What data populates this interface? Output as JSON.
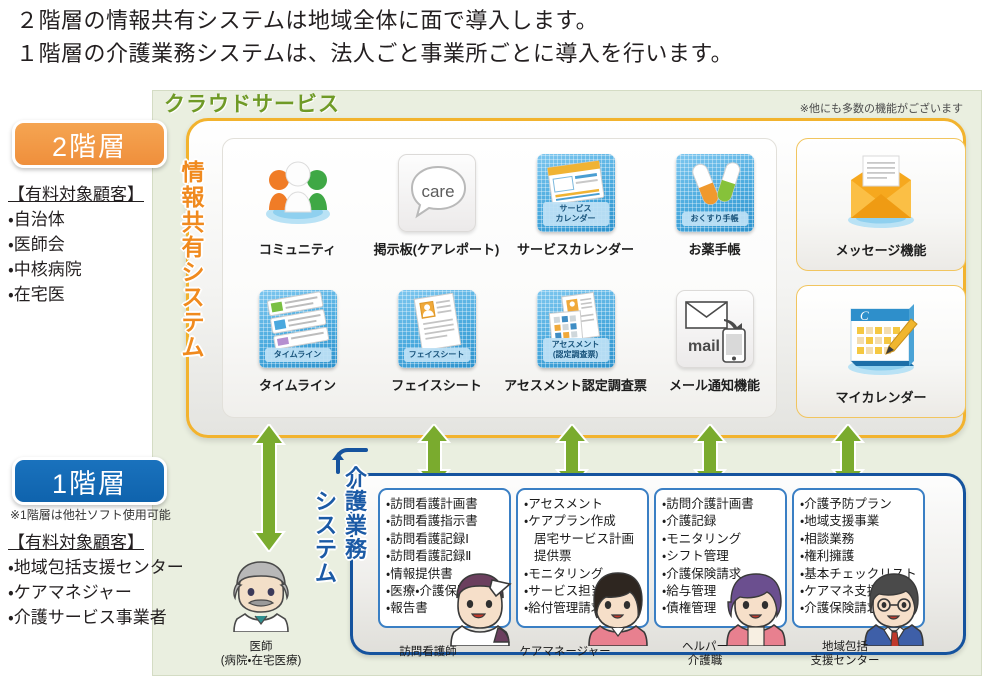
{
  "headline": {
    "line1": "２階層の情報共有システムは地域全体に面で導入します。",
    "line2": "１階層の介護業務システムは、法人ごと事業所ごとに導入を行います。"
  },
  "stage": {
    "title": "クラウドサービス",
    "note": "※他にも多数の機能がございます"
  },
  "tier2": {
    "badge": "2階層",
    "customers_header": "【有料対象顧客】",
    "customers": [
      "・自治体",
      "・医師会",
      "・中核病院",
      "・在宅医"
    ],
    "vertical_label": "情報共有システム",
    "vertical_chars": [
      "情",
      "報",
      "共",
      "有",
      "シ",
      "ス",
      "テ",
      "ム"
    ]
  },
  "tier1": {
    "badge": "1階層",
    "subnote": "※1階層は他社ソフト使用可能",
    "customers_header": "【有料対象顧客】",
    "customers": [
      "・地域包括支援センター",
      "・ケアマネジャー",
      "・介護サービス事業者"
    ],
    "vertical_label": "介護業務システム",
    "vertical_col_right": [
      "介",
      "護",
      "業",
      "務"
    ],
    "vertical_col_left": [
      "シ",
      "ス",
      "テ",
      "ム"
    ]
  },
  "cloud_icons_row1": [
    {
      "icon": "community-people-icon",
      "tile_label": "",
      "caption": "コミュニティ"
    },
    {
      "icon": "care-speech-bubble-icon",
      "tile_label": "care",
      "caption": "掲示板(ケアレポート)"
    },
    {
      "icon": "service-calendar-icon",
      "tile_label": "サービス\nカレンダー",
      "caption": "サービスカレンダー"
    },
    {
      "icon": "medicine-notebook-icon",
      "tile_label": "おくすり手帳",
      "caption": "お薬手帳"
    }
  ],
  "cloud_icons_row2": [
    {
      "icon": "timeline-icon",
      "tile_label": "タイムライン",
      "caption": "タイムライン"
    },
    {
      "icon": "face-sheet-icon",
      "tile_label": "フェイスシート",
      "caption": "フェイスシート"
    },
    {
      "icon": "assessment-icon",
      "tile_label": "アセスメント\n(認定調査票)",
      "caption": "アセスメント認定調査票"
    },
    {
      "icon": "mail-notification-icon",
      "tile_label": "mail",
      "caption": "メール通知機能"
    }
  ],
  "side_panels": [
    {
      "icon": "message-envelope-icon",
      "caption": "メッセージ機能"
    },
    {
      "icon": "my-calendar-icon",
      "caption": "マイカレンダー"
    }
  ],
  "care_columns": [
    {
      "role": "訪問看護師",
      "items": [
        {
          "text": "・訪問看護計画書",
          "indent": false
        },
        {
          "text": "・訪問看護指示書",
          "indent": false
        },
        {
          "text": "・訪問看護記録Ⅰ",
          "indent": false
        },
        {
          "text": "・訪問看護記録Ⅱ",
          "indent": false
        },
        {
          "text": "・情報提供書",
          "indent": false
        },
        {
          "text": "・医療・介護保険請求",
          "indent": false
        },
        {
          "text": "・報告書",
          "indent": false
        }
      ]
    },
    {
      "role": "ケアマネージャー",
      "items": [
        {
          "text": "・アセスメント",
          "indent": false
        },
        {
          "text": "・ケアプラン作成",
          "indent": false
        },
        {
          "text": "居宅サービス計画",
          "indent": true
        },
        {
          "text": "提供票",
          "indent": true
        },
        {
          "text": "・モニタリング",
          "indent": false
        },
        {
          "text": "・サービス担当者会議",
          "indent": false
        },
        {
          "text": "・給付管理請求",
          "indent": false
        }
      ]
    },
    {
      "role": "ヘルパー\n介護職",
      "items": [
        {
          "text": "・訪問介護計画書",
          "indent": false
        },
        {
          "text": "・介護記録",
          "indent": false
        },
        {
          "text": "・モニタリング",
          "indent": false
        },
        {
          "text": "・シフト管理",
          "indent": false
        },
        {
          "text": "・介護保険請求",
          "indent": false
        },
        {
          "text": "・給与管理",
          "indent": false
        },
        {
          "text": "・債権管理",
          "indent": false
        }
      ]
    },
    {
      "role": "地域包括\n支援センター",
      "items": [
        {
          "text": "・介護予防プラン",
          "indent": false
        },
        {
          "text": "・地域支援事業",
          "indent": false
        },
        {
          "text": "・相談業務",
          "indent": false
        },
        {
          "text": "・権利擁護",
          "indent": false
        },
        {
          "text": "・基本チェックリスト",
          "indent": false
        },
        {
          "text": "・ケアマネ支援",
          "indent": false
        },
        {
          "text": "・介護保険請求",
          "indent": false
        }
      ]
    }
  ],
  "people": [
    {
      "figure": "doctor-figure",
      "label": "医師\n(病院・在宅医療)"
    },
    {
      "figure": "visiting-nurse-figure",
      "label": "訪問看護師"
    },
    {
      "figure": "care-manager-figure",
      "label": "ケアマネージャー"
    },
    {
      "figure": "helper-figure",
      "label": "ヘルパー\n介護職"
    },
    {
      "figure": "support-center-figure",
      "label": "地域包括\n支援センター"
    }
  ],
  "colors": {
    "tier2_badge": "#ef8f3c",
    "tier1_badge": "#0f63ad",
    "cloud_border": "#f2b32e",
    "care_border": "#15539e",
    "stage_bg": "#eaefe0",
    "stage_title": "#6f9a26",
    "arrow_green": "#7aab2e",
    "info_label": "#f08a1e",
    "care_label": "#1b5aa5"
  }
}
